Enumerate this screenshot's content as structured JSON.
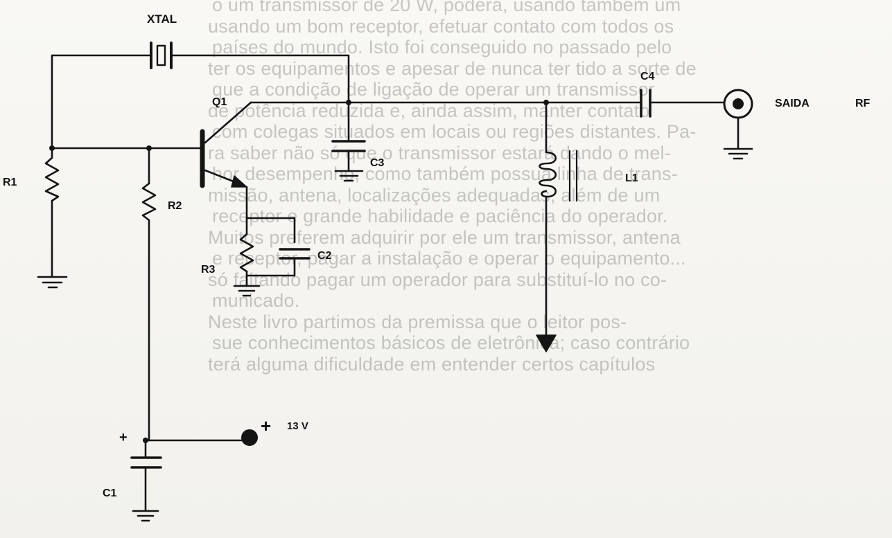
{
  "diagram": {
    "labels": {
      "xtal": "XTAL",
      "q1": "Q1",
      "c4": "C4",
      "saida": "SAIDA",
      "rf": "RF",
      "c3": "C3",
      "r1": "R1",
      "r2": "R2",
      "l1": "L1",
      "r3": "R3",
      "c2": "C2",
      "plus_supply": "+",
      "supply_voltage": "13 V",
      "plus_c1": "+",
      "c1": "C1"
    }
  },
  "bleed_text": [
    "o um transmissor de 20 W, poderá, usando também um",
    "usando um bom receptor, efetuar contato com todos os",
    "países do mundo. Isto foi conseguido no passado pelo",
    "ter os equipamentos e apesar de nunca ter tido a sorte de",
    "que a condição de ligação de operar um transmissor",
    "de potência reduzida e, ainda assim, manter contato",
    "com colegas situados em locais ou regiões distantes. Pa-",
    "ra saber não só que o transmissor estará dando o mel-",
    "hor desempenho, como também possua linha de trans-",
    "missão, antena, localizações adequadas, além de um",
    "receptor e grande habilidade e paciência do operador.",
    "Muitos preferem adquirir por ele um transmissor, antena",
    "e receptor, pagar a instalação e operar o equipamento...",
    "só faltando pagar um operador para substituí-lo no co-",
    "municado.",
    "     Neste livro partimos da premissa que o leitor pos-",
    "sue conhecimentos básicos de eletrônica; caso contrário",
    "terá alguma dificuldade em entender certos capítulos"
  ]
}
